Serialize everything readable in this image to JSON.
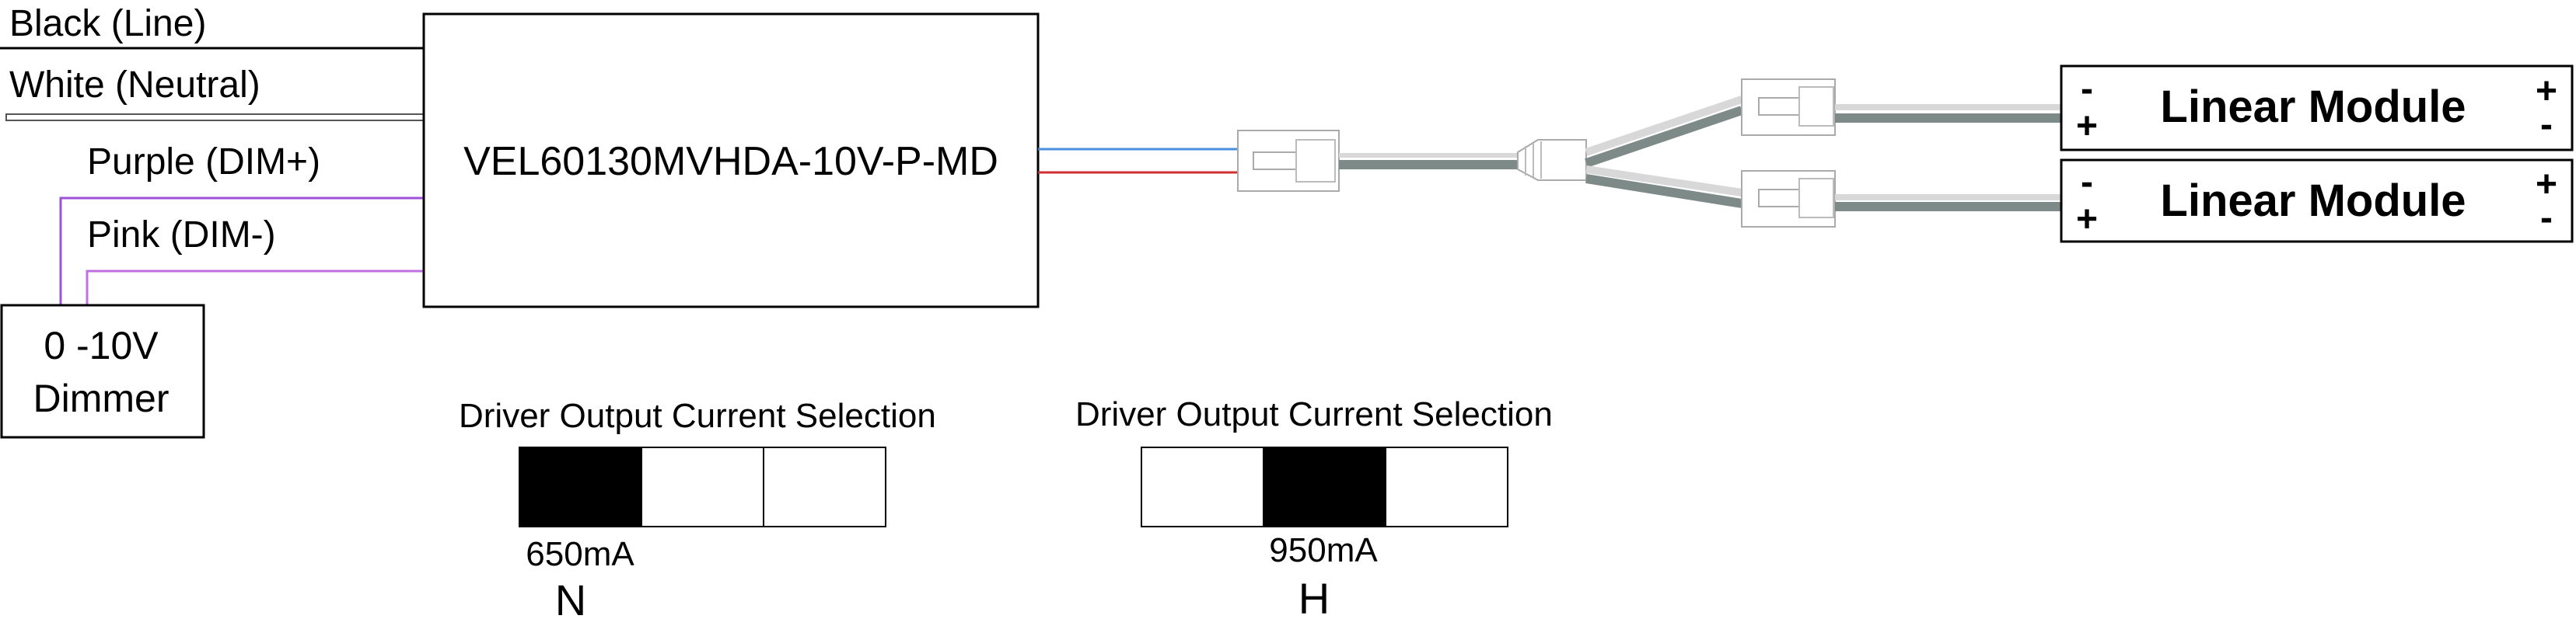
{
  "wires": {
    "black_label": "Black (Line)",
    "white_label": "White (Neutral)",
    "purple_label": "Purple (DIM+)",
    "pink_label": "Pink (DIM-)"
  },
  "driver": {
    "label": "VEL60130MVHDA-10V-P-MD"
  },
  "dimmer": {
    "line1": "0 -10V",
    "line2": "Dimmer"
  },
  "modules": [
    {
      "label": "Linear Module",
      "left_top": "-",
      "left_bottom": "+",
      "right_top": "+",
      "right_bottom": "-"
    },
    {
      "label": "Linear Module",
      "left_top": "-",
      "left_bottom": "+",
      "right_top": "+",
      "right_bottom": "-"
    }
  ],
  "selectors": [
    {
      "title": "Driver Output Current Selection",
      "current": "650mA",
      "code": "N",
      "selected_index": 0
    },
    {
      "title": "Driver Output Current Selection",
      "current": "950mA",
      "code": "H",
      "selected_index": 1
    }
  ],
  "colors": {
    "purple": "#a050d8",
    "pink": "#c070e0",
    "blue": "#4a8fe0",
    "red": "#d03030",
    "cable": "#7d8a87",
    "connector": "#c8c8c8"
  }
}
